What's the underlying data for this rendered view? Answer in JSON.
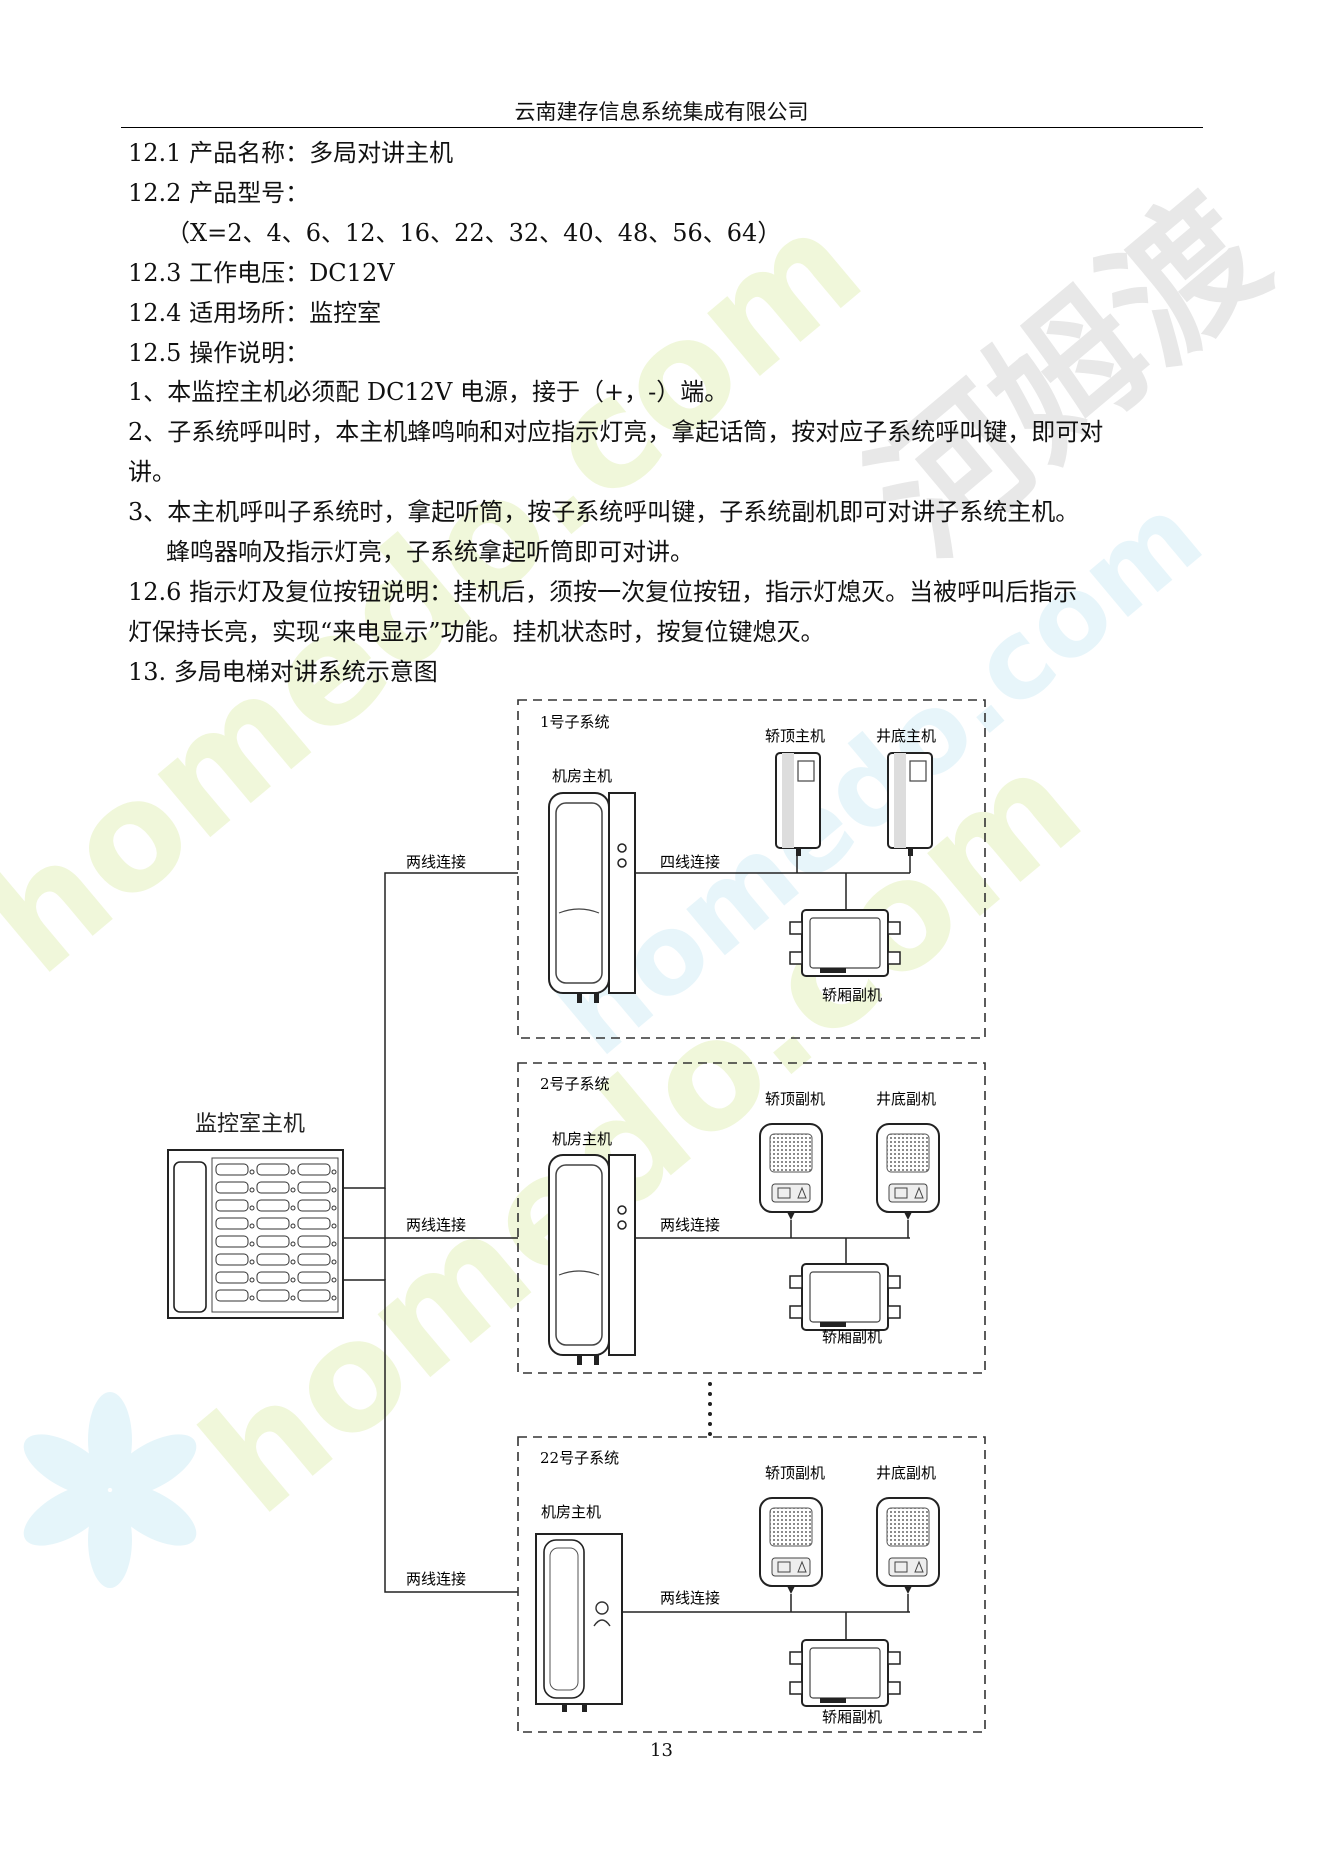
{
  "header": {
    "company": "云南建存信息系统集成有限公司"
  },
  "content": {
    "lines": [
      "12.1 产品名称：多局对讲主机",
      "12.2 产品型号：",
      "（X=2、4、6、12、16、22、32、40、48、56、64）",
      "12.3 工作电压：DC12V",
      "12.4 适用场所：监控室",
      "12.5 操作说明：",
      "1、本监控主机必须配 DC12V 电源，接于（+，-）端。",
      "2、子系统呼叫时，本主机蜂鸣响和对应指示灯亮，拿起话筒，按对应子系统呼叫键，即可对",
      "讲。",
      "3、本主机呼叫子系统时，拿起听筒，按子系统呼叫键，子系统副机即可对讲子系统主机。",
      "蜂鸣器响及指示灯亮，子系统拿起听筒即可对讲。",
      "12.6 指示灯及复位按钮说明：挂机后，须按一次复位按钮，指示灯熄灭。当被呼叫后指示",
      "灯保持长亮，实现“来电显示”功能。挂机状态时，按复位键熄灭。",
      "13. 多局电梯对讲系统示意图"
    ]
  },
  "diagram": {
    "monitor_host": "监控室主机",
    "subsystems": [
      {
        "title": "1号子系统",
        "room_host": "机房主机",
        "link_left": "两线连接",
        "link_right": "四线连接",
        "top_unit": "轿顶主机",
        "pit_unit": "井底主机",
        "car_unit": "轿厢副机"
      },
      {
        "title": "2号子系统",
        "room_host": "机房主机",
        "link_left": "两线连接",
        "link_right": "两线连接",
        "top_unit": "轿顶副机",
        "pit_unit": "井底副机",
        "car_unit": "轿厢副机"
      },
      {
        "title": "22号子系统",
        "room_host": "机房主机",
        "link_left": "两线连接",
        "link_right": "两线连接",
        "top_unit": "轿顶副机",
        "pit_unit": "井底副机",
        "car_unit": "轿厢副机"
      }
    ]
  },
  "footer": {
    "page_number": "13"
  },
  "watermark": {
    "text": "homedo.com",
    "brand": "河姆渡"
  },
  "colors": {
    "watermark_green": "#eef6d4",
    "watermark_cyan": "#e3f4fa",
    "watermark_gray": "#e6e6e6"
  }
}
